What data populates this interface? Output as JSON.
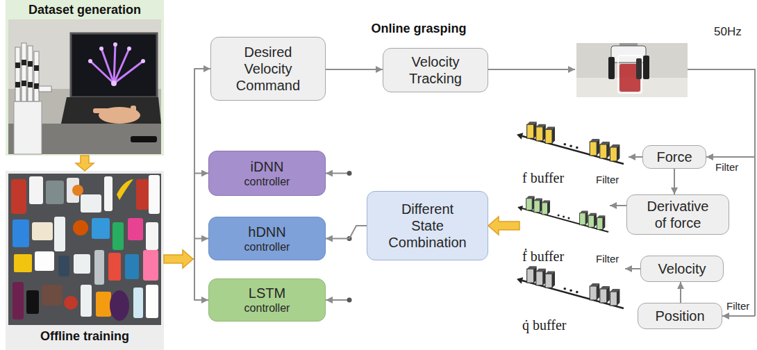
{
  "diagram": {
    "title": "Online grasping",
    "nodes": [
      {
        "text": [
          "Dataset generation"
        ]
      },
      {
        "text": [
          "Offline training"
        ]
      },
      {
        "text": [
          "Desired Velocity Command"
        ]
      },
      {
        "text": [
          "Velocity Tracking"
        ]
      },
      {
        "text": [
          "iDNN",
          "controller"
        ]
      },
      {
        "text": [
          "hDNN",
          "controller"
        ]
      },
      {
        "text": [
          "LSTM",
          "controller"
        ]
      },
      {
        "text": [
          "Different State Combination"
        ]
      },
      {
        "text": [
          "Force"
        ]
      },
      {
        "text": [
          "Derivative of force"
        ]
      },
      {
        "text": [
          "Velocity"
        ]
      },
      {
        "text": [
          "Position"
        ]
      },
      {
        "text": [
          "f buffer"
        ]
      },
      {
        "text": [
          "ḟ buffer"
        ]
      },
      {
        "text": [
          "q̇ buffer"
        ]
      }
    ],
    "edges": [
      {
        "from": 0,
        "to": 1,
        "arrow": "to"
      },
      {
        "from": 1,
        "to": 2,
        "arrow": "to"
      },
      {
        "from": 1,
        "to": 4,
        "arrow": "to"
      },
      {
        "from": 1,
        "to": 5,
        "arrow": "to"
      },
      {
        "from": 1,
        "to": 6,
        "arrow": "to"
      },
      {
        "from": 2,
        "to": 3,
        "arrow": "to"
      },
      {
        "from": 8,
        "to": 12,
        "arrow": "to"
      },
      {
        "from": 8,
        "to": 9,
        "arrow": "to"
      },
      {
        "from": 9,
        "to": 13,
        "arrow": "to"
      },
      {
        "from": 11,
        "to": 10,
        "arrow": "to"
      },
      {
        "from": 10,
        "to": 14,
        "arrow": "to"
      },
      {
        "from": 13,
        "to": 7,
        "arrow": "to"
      },
      {
        "from": 7,
        "to": 5,
        "arrow": "to"
      }
    ],
    "labels": [
      "50Hz",
      "Filter",
      "Filter",
      "Filter",
      "Filter"
    ]
  }
}
